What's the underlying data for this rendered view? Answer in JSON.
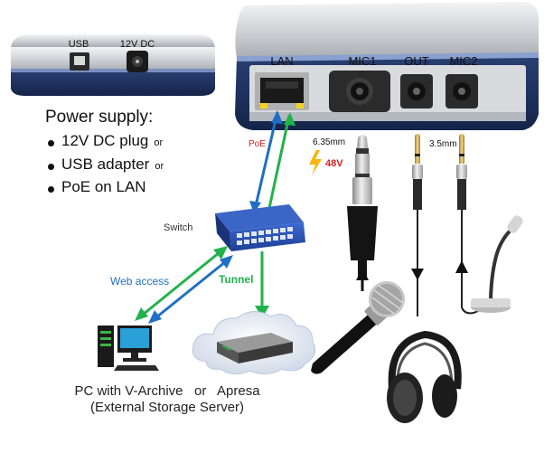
{
  "small_device": {
    "usb_label": "USB",
    "dc_label": "12V DC"
  },
  "main_device": {
    "lan_label": "LAN",
    "mic1_label": "MIC1",
    "out_label": "OUT",
    "mic2_label": "MIC2"
  },
  "power_supply": {
    "title": "Power supply:",
    "items": [
      {
        "text": "12V DC plug",
        "suffix": "or"
      },
      {
        "text": "USB adapter",
        "suffix": "or"
      },
      {
        "text": "PoE on LAN",
        "suffix": ""
      }
    ]
  },
  "labels": {
    "poe": "PoE",
    "plug_635": "6.35mm",
    "phantom": "48V",
    "plug_35": "3.5mm",
    "switch": "Switch",
    "web_access": "Web access",
    "tunnel": "Tunnel"
  },
  "caption": {
    "line1": "PC with V-Archive   or   Apresa",
    "line2": "(External Storage Server)"
  },
  "colors": {
    "blue_arrow": "#1f6fc4",
    "green_arrow": "#22b24c",
    "poe_red": "#d22020",
    "switch_blue": "#2b55b8"
  }
}
